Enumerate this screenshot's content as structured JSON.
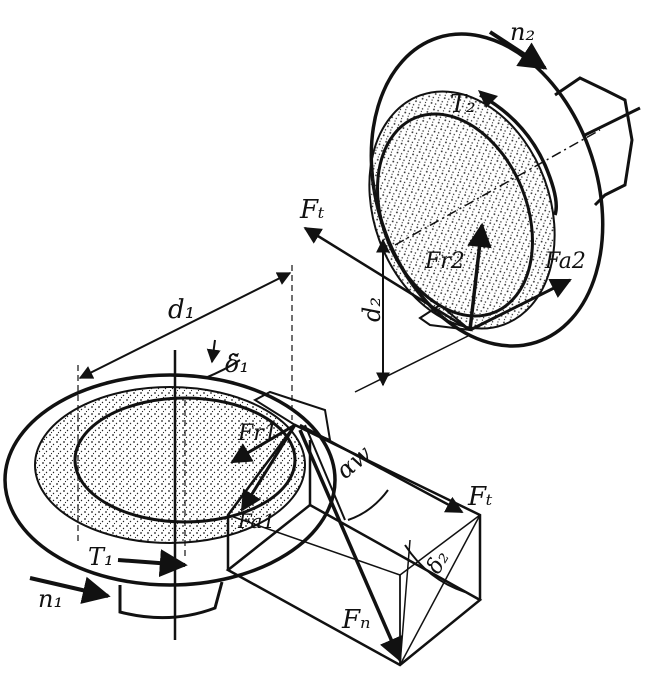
{
  "labels": {
    "n2": "n₂",
    "T2": "T₂",
    "Ft_upper": "Fₜ",
    "Fr2": "Fr2",
    "Fa2": "Fa2",
    "d2": "d₂",
    "d1": "d₁",
    "delta1": "δ̃₁",
    "Fr1": "Fr1",
    "alpha_w": "αw",
    "Ft_lower": "Fₜ",
    "Fa1": "Fa1",
    "T1": "T₁",
    "n1": "n₁",
    "Fn": "Fₙ",
    "delta2": "δ₂"
  },
  "colors": {
    "ink": "#111111",
    "background": "#ffffff",
    "stipple": "#222222"
  }
}
